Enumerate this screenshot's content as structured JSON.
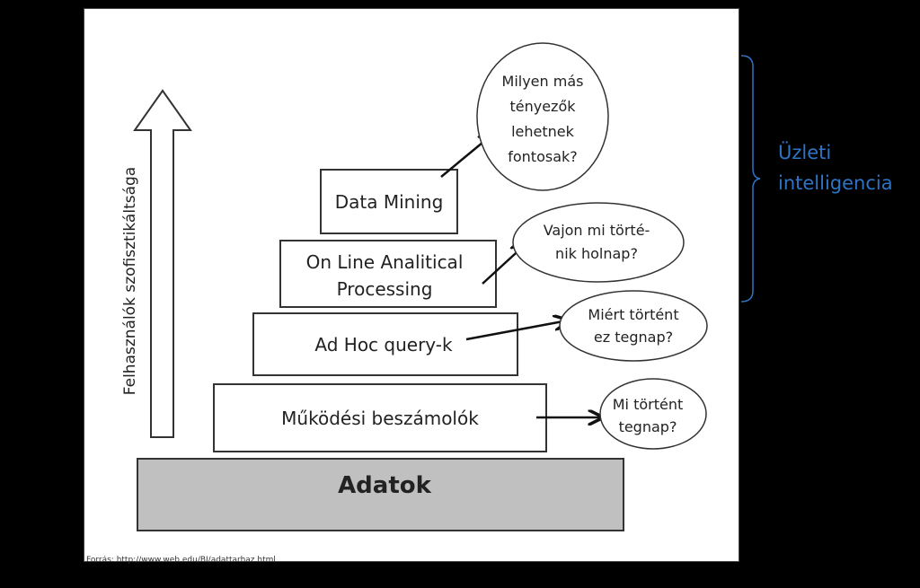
{
  "diagram": {
    "base": {
      "label": "Adatok"
    },
    "levels": [
      {
        "label_lines": [
          "Működési beszámolók"
        ],
        "question_lines": [
          "Mi történt",
          "tegnap?"
        ]
      },
      {
        "label_lines": [
          "Ad Hoc query-k"
        ],
        "question_lines": [
          "Miért történt",
          "ez tegnap?"
        ]
      },
      {
        "label_lines": [
          "On Line Analitical",
          "Processing"
        ],
        "question_lines": [
          "Vajon mi törté-",
          "nik holnap?"
        ]
      },
      {
        "label_lines": [
          "Data Mining"
        ],
        "question_lines": [
          "Milyen más",
          "tényezők",
          "lehetnek",
          "fontosak?"
        ]
      }
    ],
    "axis_label": "Felhasználók szofisztikáltsága",
    "bracket_label": {
      "line1": "Üzleti",
      "line2": "intelligencia"
    },
    "source_caption": "Forrás: http://www.web.edu/BI/adattarhaz.html",
    "colors": {
      "base_fill": "#c0c0c0",
      "bracket": "#2e74c4",
      "background": "#000000",
      "panel": "#ffffff"
    }
  }
}
